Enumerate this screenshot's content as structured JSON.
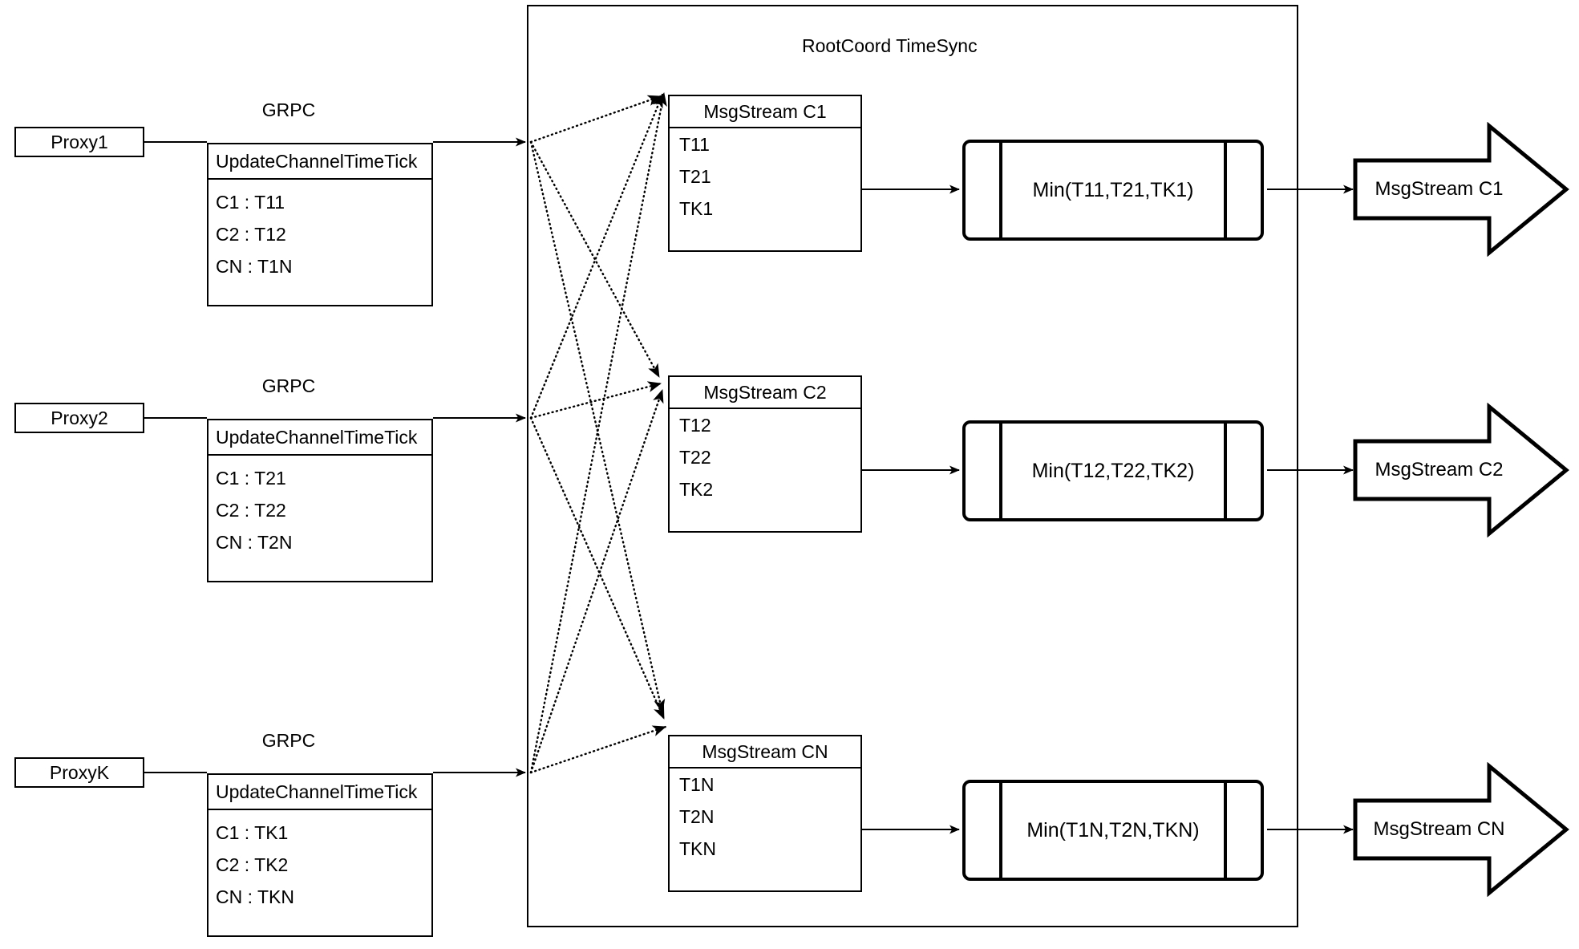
{
  "diagram": {
    "title": "RootCoord TimeSync",
    "container_label": "RootCoord TimeSync"
  },
  "rows": [
    {
      "proxy": "Proxy1",
      "grpc_label": "GRPC",
      "tick_table": {
        "header": "UpdateChannelTimeTick",
        "entries": [
          "C1 :  T11",
          "C2 :  T12",
          "CN : T1N"
        ]
      },
      "msgstream": {
        "header": "MsgStream C1",
        "entries": [
          "T11",
          "T21",
          "TK1"
        ]
      },
      "min_label": "Min(T11,T21,TK1)",
      "output_label": "MsgStream C1"
    },
    {
      "proxy": "Proxy2",
      "grpc_label": "GRPC",
      "tick_table": {
        "header": "UpdateChannelTimeTick",
        "entries": [
          "C1 :  T21",
          "C2 :  T22",
          "CN : T2N"
        ]
      },
      "msgstream": {
        "header": "MsgStream C2",
        "entries": [
          "T12",
          "T22",
          "TK2"
        ]
      },
      "min_label": "Min(T12,T22,TK2)",
      "output_label": "MsgStream C2"
    },
    {
      "proxy": "ProxyK",
      "grpc_label": "GRPC",
      "tick_table": {
        "header": "UpdateChannelTimeTick",
        "entries": [
          "C1 :  TK1",
          "C2 :  TK2",
          "CN : TKN"
        ]
      },
      "msgstream": {
        "header": "MsgStream CN",
        "entries": [
          "T1N",
          "T2N",
          "TKN"
        ]
      },
      "min_label": "Min(T1N,T2N,TKN)",
      "output_label": "MsgStream CN"
    }
  ],
  "colors": {
    "stroke": "#000000",
    "background": "#ffffff"
  }
}
